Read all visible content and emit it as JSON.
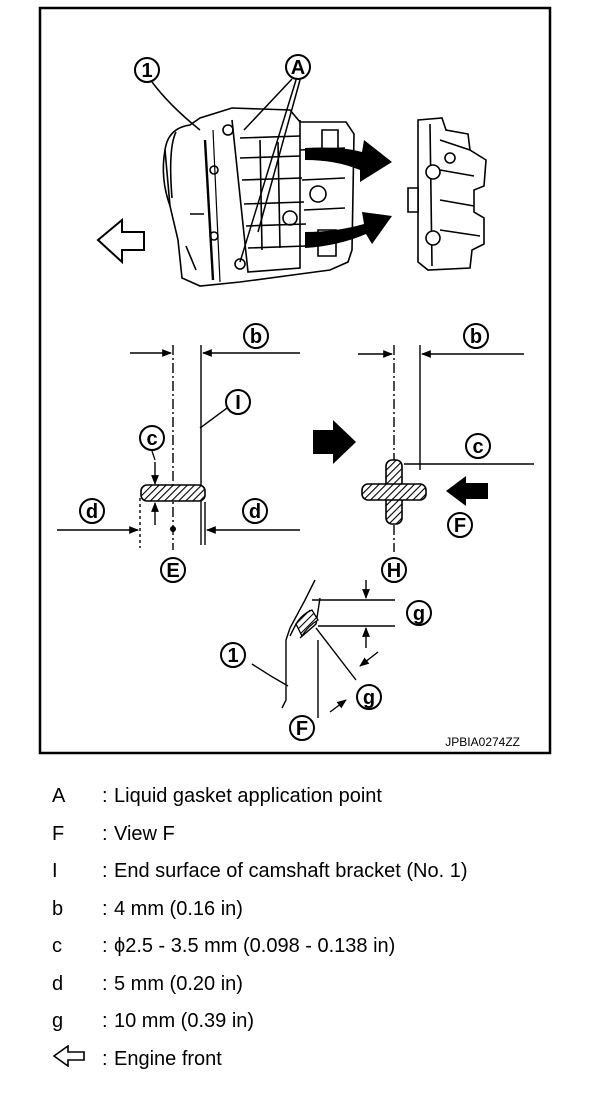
{
  "figure": {
    "code": "JPBIA0274ZZ",
    "callouts": {
      "one_top": "1",
      "A": "A",
      "b_left": "b",
      "b_right": "b",
      "I": "I",
      "c_left": "c",
      "c_right": "c",
      "d_left": "d",
      "d_right": "d",
      "F_view": "F",
      "E": "E",
      "H": "H",
      "g_top": "g",
      "one_bottom": "1",
      "g_bottom": "g",
      "F_bottom": "F"
    }
  },
  "legend": [
    {
      "key": "A",
      "desc": "Liquid gasket application point"
    },
    {
      "key": "F",
      "desc": "View F"
    },
    {
      "key": "I",
      "desc": "End surface of camshaft bracket (No. 1)"
    },
    {
      "key": "b",
      "desc": "4 mm (0.16 in)"
    },
    {
      "key": "c",
      "desc": "ϕ2.5 - 3.5 mm (0.098 - 0.138 in)"
    },
    {
      "key": "d",
      "desc": "5 mm (0.20 in)"
    },
    {
      "key": "g",
      "desc": "10 mm (0.39 in)"
    },
    {
      "key": "engine-front-arrow",
      "desc": "Engine front"
    }
  ],
  "legend_colon": ":"
}
